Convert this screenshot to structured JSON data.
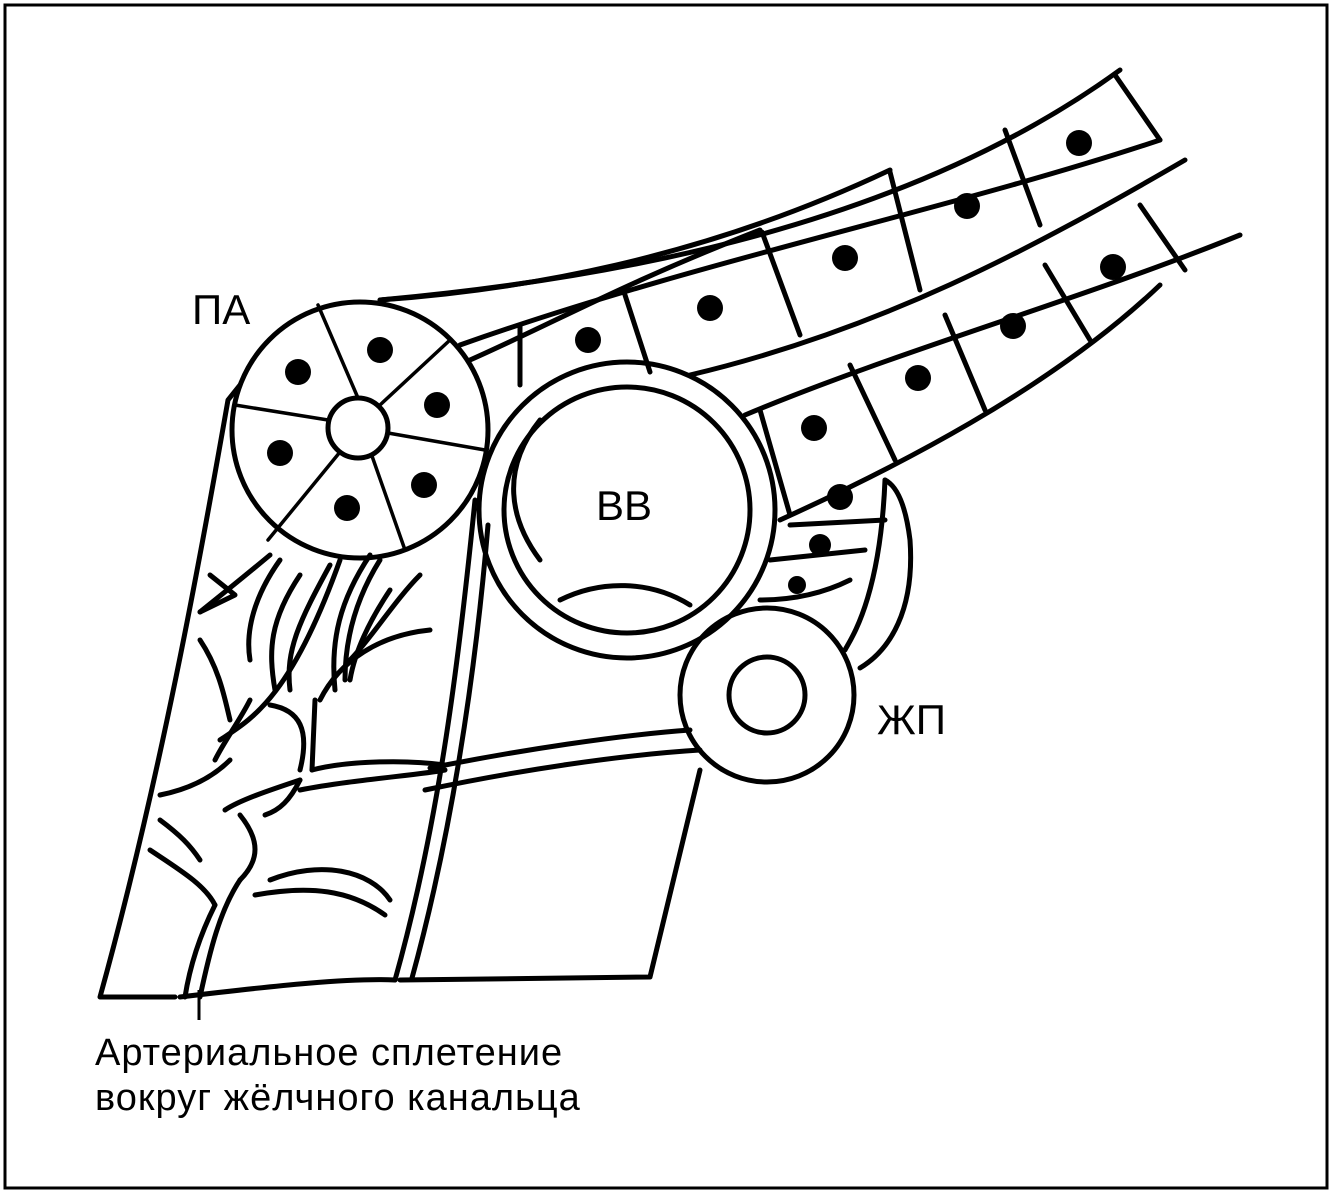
{
  "labels": {
    "portal_artery": "ПА",
    "portal_vein": "ВВ",
    "bile_duct": "ЖП"
  },
  "caption": {
    "line1": "Артериальное сплетение",
    "line2": "вокруг жёлчного канальца"
  },
  "colors": {
    "ink": "#000000",
    "paper": "#ffffff"
  }
}
